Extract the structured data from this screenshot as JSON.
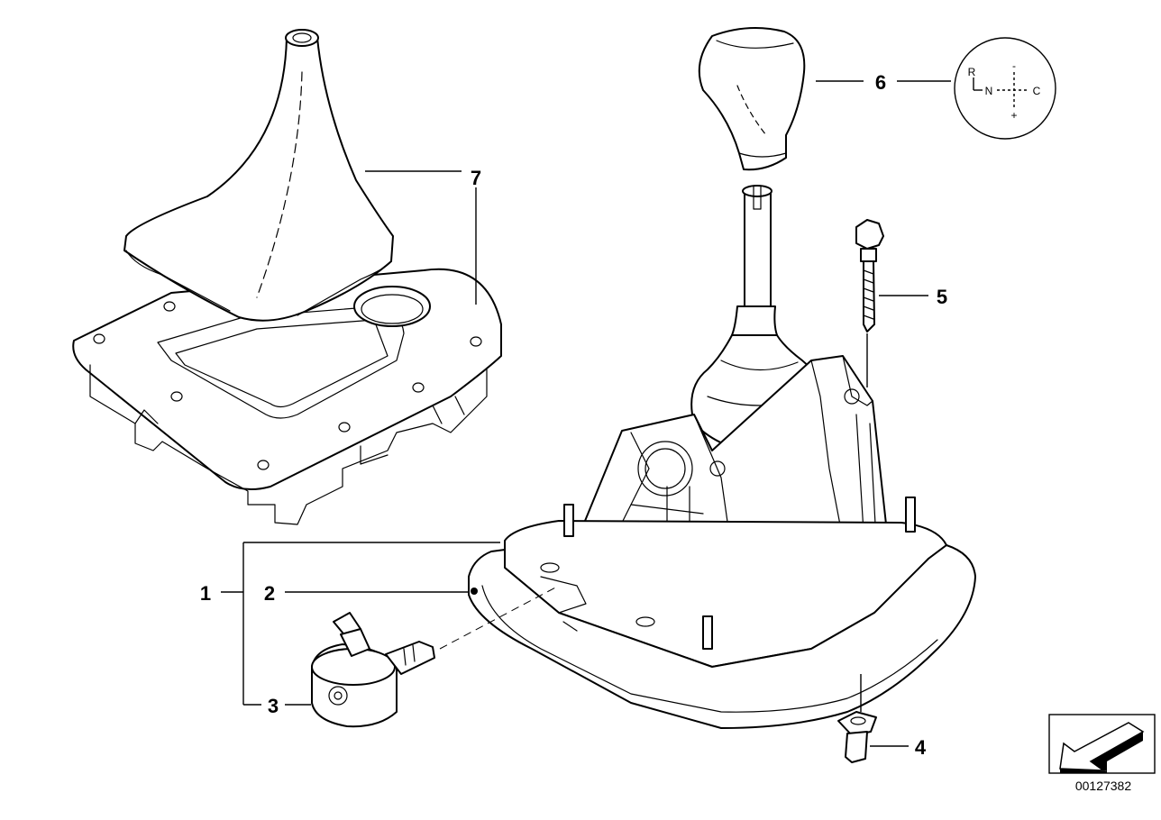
{
  "callouts": {
    "c1": "1",
    "c2": "2",
    "c3": "3",
    "c4": "4",
    "c5": "5",
    "c6": "6",
    "c7": "7"
  },
  "shift_pattern": {
    "r": "R",
    "n": "N",
    "c": "C",
    "minus": "-",
    "plus": "+"
  },
  "document_number": "00127382",
  "icons": {
    "nav_arrow": "arrow-left-down-icon"
  }
}
